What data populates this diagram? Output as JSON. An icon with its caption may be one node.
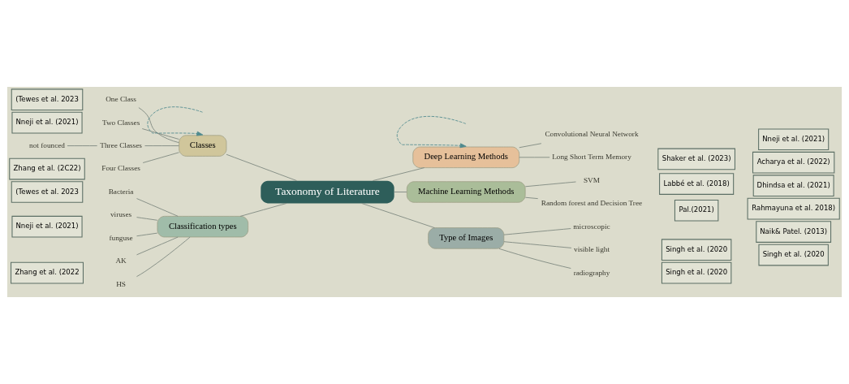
{
  "diagram": {
    "nodes": [
      {
        "text": [
          "Taxonomy of Literature"
        ]
      },
      {
        "text": [
          "Deep Learning Methods"
        ]
      },
      {
        "text": [
          "Convolutional Neural Network"
        ]
      },
      {
        "text": [
          "Long Short Term Memory"
        ]
      },
      {
        "text": [
          "Classes"
        ]
      },
      {
        "text": [
          "One Class"
        ]
      },
      {
        "text": [
          "Two Classes"
        ]
      },
      {
        "text": [
          "Three Classes"
        ]
      },
      {
        "text": [
          "Four Classes"
        ]
      },
      {
        "text": [
          "not founced"
        ]
      },
      {
        "text": [
          "Machine Learning Methods"
        ]
      },
      {
        "text": [
          "SVM"
        ]
      },
      {
        "text": [
          "Random forest and Decision Tree"
        ]
      },
      {
        "text": [
          "Classification types"
        ]
      },
      {
        "text": [
          "Bacteria"
        ]
      },
      {
        "text": [
          "viruses"
        ]
      },
      {
        "text": [
          "funguse"
        ]
      },
      {
        "text": [
          "AK"
        ]
      },
      {
        "text": [
          "HS"
        ]
      },
      {
        "text": [
          "Type of Images"
        ]
      },
      {
        "text": [
          "microscopic"
        ]
      },
      {
        "text": [
          "visible light"
        ]
      },
      {
        "text": [
          "radiography"
        ]
      },
      {
        "text": [
          "Nneji et al. (2021)"
        ]
      },
      {
        "text": [
          "Shaker et al. (2023)"
        ]
      },
      {
        "text": [
          "Acharya et al. (2022)"
        ]
      },
      {
        "text": [
          "Labbé et al. (2018)"
        ]
      },
      {
        "text": [
          "Dhindsa et al. (2021)"
        ]
      },
      {
        "text": [
          "Rahmayuna et al. 2018)"
        ]
      },
      {
        "text": [
          "Pal.(2021)"
        ]
      },
      {
        "text": [
          "Naik& Patel. (2013)"
        ]
      },
      {
        "text": [
          "(Tewes et al. 2023"
        ]
      },
      {
        "text": [
          "Nneji et al. (2021)"
        ]
      },
      {
        "text": [
          "Zhang et al. (2C22)"
        ]
      },
      {
        "text": [
          "(Tewes et al. 2023"
        ]
      },
      {
        "text": [
          "Nneji et al. (2021)"
        ]
      },
      {
        "text": [
          "Zhang et al. (2022"
        ]
      },
      {
        "text": [
          "Singh et al. (2020"
        ]
      },
      {
        "text": [
          "Singh et al. (2020"
        ]
      },
      {
        "text": [
          "Singh et al. (2020"
        ]
      }
    ],
    "edges": [
      {
        "from": 0,
        "to": 1,
        "arrow": "none"
      },
      {
        "from": 1,
        "to": 2,
        "arrow": "none"
      },
      {
        "from": 1,
        "to": 3,
        "arrow": "none"
      },
      {
        "from": 0,
        "to": 4,
        "arrow": "none"
      },
      {
        "from": 4,
        "to": 5,
        "arrow": "none"
      },
      {
        "from": 4,
        "to": 6,
        "arrow": "none"
      },
      {
        "from": 4,
        "to": 7,
        "arrow": "none"
      },
      {
        "from": 4,
        "to": 8,
        "arrow": "none"
      },
      {
        "from": 9,
        "to": 7,
        "arrow": "none"
      },
      {
        "from": 0,
        "to": 10,
        "arrow": "none"
      },
      {
        "from": 10,
        "to": 11,
        "arrow": "none"
      },
      {
        "from": 10,
        "to": 12,
        "arrow": "none"
      },
      {
        "from": 0,
        "to": 13,
        "arrow": "none"
      },
      {
        "from": 13,
        "to": 14,
        "arrow": "none"
      },
      {
        "from": 13,
        "to": 15,
        "arrow": "none"
      },
      {
        "from": 13,
        "to": 16,
        "arrow": "none"
      },
      {
        "from": 13,
        "to": 17,
        "arrow": "none"
      },
      {
        "from": 13,
        "to": 18,
        "arrow": "none"
      },
      {
        "from": 0,
        "to": 19,
        "arrow": "none"
      },
      {
        "from": 19,
        "to": 20,
        "arrow": "none"
      },
      {
        "from": 19,
        "to": 21,
        "arrow": "none"
      },
      {
        "from": 19,
        "to": 22,
        "arrow": "none"
      },
      {
        "from": null,
        "to": 4,
        "arrow": "to",
        "style": "dashed",
        "color": "#4f8a8e"
      },
      {
        "from": null,
        "to": 1,
        "arrow": "to",
        "style": "dashed",
        "color": "#4f8a8e"
      }
    ]
  }
}
